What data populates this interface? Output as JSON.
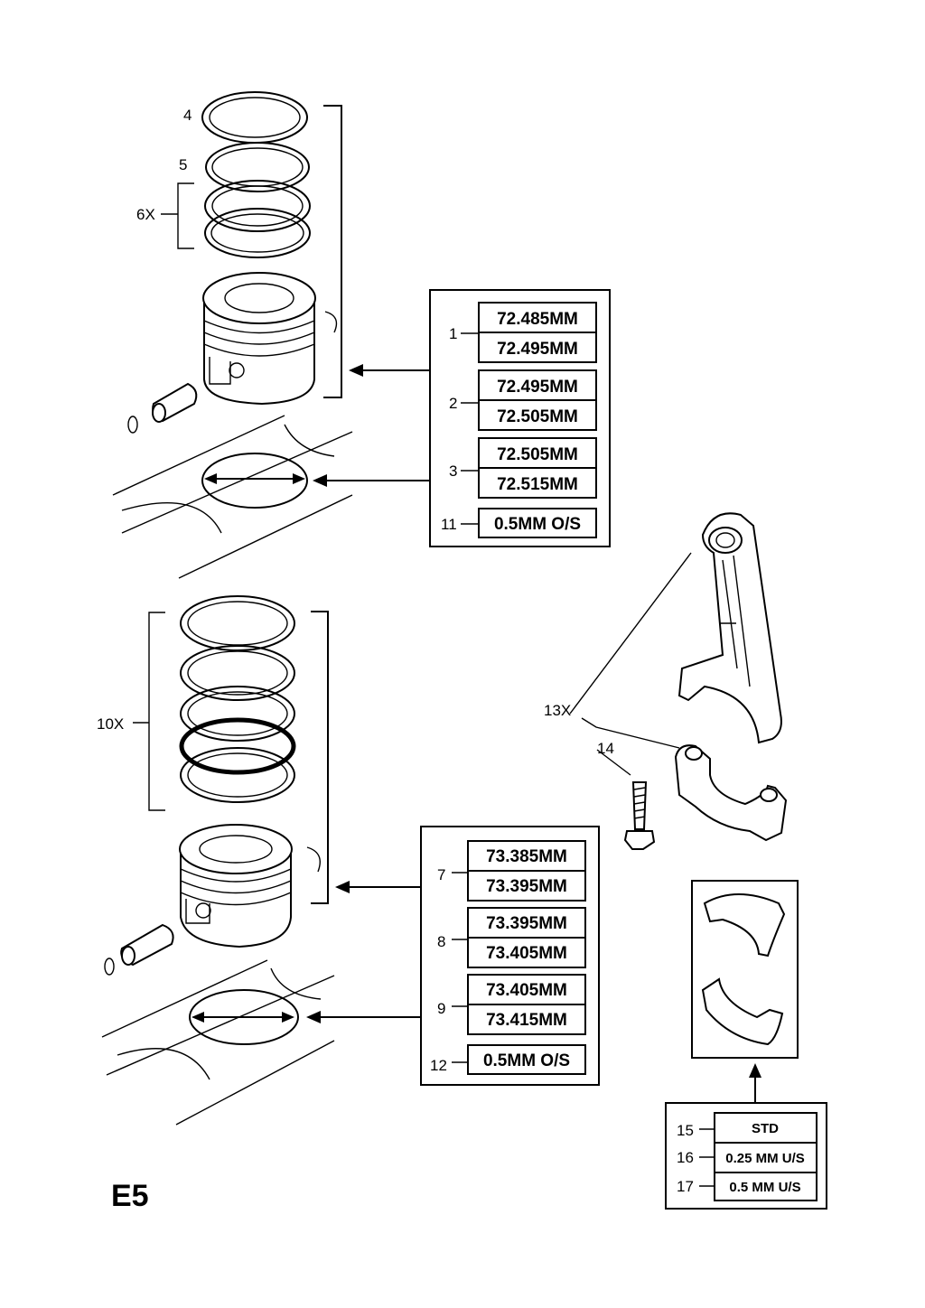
{
  "page_code": "E5",
  "upper_assembly": {
    "callouts": {
      "ring_top": "4",
      "ring_mid": "5",
      "ring_set": "6X"
    },
    "sizes": [
      {
        "ref": "1",
        "values": [
          "72.485MM",
          "72.495MM"
        ]
      },
      {
        "ref": "2",
        "values": [
          "72.495MM",
          "72.505MM"
        ]
      },
      {
        "ref": "3",
        "values": [
          "72.505MM",
          "72.515MM"
        ]
      },
      {
        "ref": "11",
        "values": [
          "0.5MM O/S"
        ]
      }
    ]
  },
  "lower_assembly": {
    "callouts": {
      "ring_set": "10X"
    },
    "sizes": [
      {
        "ref": "7",
        "values": [
          "73.385MM",
          "73.395MM"
        ]
      },
      {
        "ref": "8",
        "values": [
          "73.395MM",
          "73.405MM"
        ]
      },
      {
        "ref": "9",
        "values": [
          "73.405MM",
          "73.415MM"
        ]
      },
      {
        "ref": "12",
        "values": [
          "0.5MM O/S"
        ]
      }
    ]
  },
  "connecting_rod": {
    "callouts": {
      "rod": "13X",
      "bolt": "14"
    },
    "bearings": [
      {
        "ref": "15",
        "label": "STD"
      },
      {
        "ref": "16",
        "label": "0.25 MM U/S"
      },
      {
        "ref": "17",
        "label": "0.5 MM U/S"
      }
    ]
  }
}
